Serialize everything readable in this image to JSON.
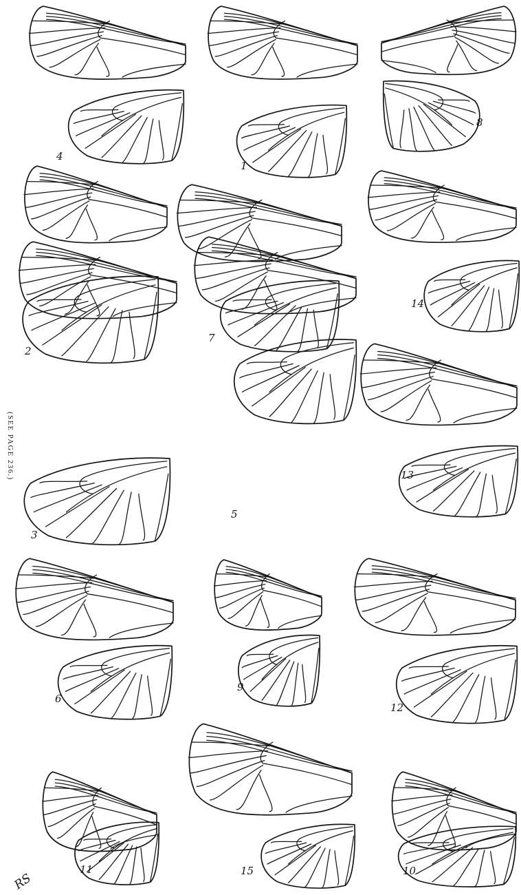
{
  "plate": {
    "caption": "(SEE PAGE 236.)",
    "monogram": "RS",
    "figures": [
      {
        "label": "4",
        "fore": "right",
        "hind": "right"
      },
      {
        "label": "1",
        "fore": "right",
        "hind": "right"
      },
      {
        "label": "8",
        "fore": "left",
        "hind": "left"
      },
      {
        "label": "2",
        "fore": "right",
        "hind": "right"
      },
      {
        "label": "7",
        "fore": "right",
        "hind": "right"
      },
      {
        "label": "14",
        "fore": "right",
        "hind": "right"
      },
      {
        "label": "3",
        "fore": "right",
        "hind": "right"
      },
      {
        "label": "5",
        "fore": "right",
        "hind": "right"
      },
      {
        "label": "13",
        "fore": "right",
        "hind": "right"
      },
      {
        "label": "6",
        "fore": "right",
        "hind": "right"
      },
      {
        "label": "9",
        "fore": "right",
        "hind": "right"
      },
      {
        "label": "12",
        "fore": "right",
        "hind": "right"
      },
      {
        "label": "11",
        "fore": "right",
        "hind": "right"
      },
      {
        "label": "15",
        "fore": "right",
        "hind": "right"
      },
      {
        "label": "10",
        "fore": "right",
        "hind": "right"
      }
    ]
  }
}
